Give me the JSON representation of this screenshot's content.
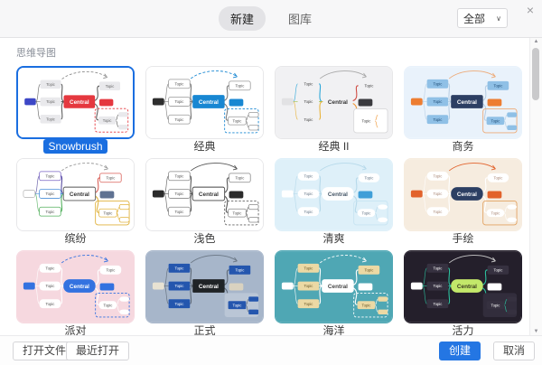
{
  "window": {
    "close_glyph": "×"
  },
  "header": {
    "tabs": [
      {
        "label": "新建",
        "active": true
      },
      {
        "label": "图库",
        "active": false
      }
    ],
    "filter": {
      "value": "全部",
      "chevron_glyph": "∨"
    }
  },
  "section": {
    "title": "思维导图"
  },
  "thumb_labels": {
    "central": "Central",
    "topic": "Topic"
  },
  "selection": {
    "accent": "#1a6ee0"
  },
  "scrollbar": {
    "up_glyph": "▲",
    "down_glyph": "▼"
  },
  "footer": {
    "open_file": "打开文件",
    "recent": "最近打开",
    "create": "创建",
    "cancel": "取消"
  },
  "templates": [
    {
      "name": "Snowbrush",
      "selected": true,
      "style": {
        "bg": "#ffffff",
        "tile_border": "#ffffff",
        "central_bg": "#e5383f",
        "central_color": "#ffffff",
        "central_rx": 2,
        "topic_bg": "#e9e9ec",
        "topic_color": "#666666",
        "topic_rx": 2,
        "branch": "#5a5a5a",
        "accent_left": "#3d47c6",
        "accent_right": "#e5383f",
        "group_border": "#e5383f",
        "group_dash": true,
        "group_bg": "none",
        "arc": "#8a8a8a",
        "arc_dash": true
      }
    },
    {
      "name": "经典",
      "selected": false,
      "style": {
        "bg": "#ffffff",
        "tile_border": "#e7e7e9",
        "central_bg": "#1887d2",
        "central_color": "#ffffff",
        "central_rx": 2,
        "topic_bg": "#ffffff",
        "topic_color": "#555555",
        "topic_border": "#9a9a9a",
        "topic_rx": 2,
        "branch": "#7a7a7a",
        "accent_left": "#2e2e2e",
        "accent_right": "#1887d2",
        "group_border": "#1887d2",
        "group_dash": true,
        "group_bg": "none",
        "arc": "#1887d2",
        "arc_dash": true
      }
    },
    {
      "name": "经典 II",
      "selected": false,
      "style": {
        "bg": "#f1f1f3",
        "tile_border": "#e7e7e9",
        "central_bg": "none",
        "central_color": "#333333",
        "central_rx": 2,
        "topic_bg": "none",
        "topic_color": "#444444",
        "topic_rx": 2,
        "branches": [
          "#2aa6d8",
          "#9fc24c",
          "#e8b33a",
          "#cf4a41",
          "#ef9a3c"
        ],
        "branch": "#999999",
        "accent_left": "#e2e2e4",
        "accent_right": "#3b3b3f",
        "group_border": "#d8d8da",
        "group_dash": false,
        "group_bg": "#ffffff",
        "arc": "#a8a8a8",
        "arc_dash": false
      }
    },
    {
      "name": "商务",
      "selected": false,
      "style": {
        "bg": "#e9f2fb",
        "tile_border": "#e9f2fb",
        "central_bg": "#2c3f63",
        "central_color": "#ffffff",
        "central_rx": 2,
        "topic_bg": "#8fc0e6",
        "topic_color": "#1d4a74",
        "topic_rx": 2,
        "branch": "#b9cfe4",
        "accent_left": "#ed7d31",
        "accent_right": "#ed7d31",
        "group_border": "#edaa77",
        "group_dash": false,
        "group_bg": "none",
        "arc": "#edaa77",
        "arc_dash": false
      }
    },
    {
      "name": "缤纷",
      "selected": false,
      "style": {
        "bg": "#ffffff",
        "tile_border": "#e7e7e9",
        "central_bg": "#ffffff",
        "central_color": "#333333",
        "central_border": "#555555",
        "central_rx": 2,
        "topic_bg": "#ffffff",
        "topic_color": "#555555",
        "topic_borders": [
          "#7a66c4",
          "#4a8fd8",
          "#53b05e",
          "#d95f57",
          "#e0b23c"
        ],
        "topic_rx": 2,
        "branches": [
          "#554a9e",
          "#4a8fd8",
          "#53b05e",
          "#d95f57",
          "#e0b23c"
        ],
        "branch": "#999999",
        "accent_left": "#ffffff",
        "accent_left_border": "#bbbbbb",
        "accent_right": "#5f7292",
        "group_border": "#e0b23c",
        "group_dash": false,
        "group_bg": "none",
        "arc": "#999999",
        "arc_dash": true
      }
    },
    {
      "name": "浅色",
      "selected": false,
      "style": {
        "bg": "#ffffff",
        "tile_border": "#e7e7e9",
        "central_bg": "#ffffff",
        "central_color": "#333333",
        "central_border": "#444444",
        "central_rx": 2,
        "topic_bg": "#ffffff",
        "topic_color": "#555555",
        "topic_border": "#888888",
        "topic_rx": 2,
        "branch": "#555555",
        "accent_left": "#2b2b2b",
        "accent_right": "#2b2b2b",
        "group_border": "#666666",
        "group_dash": true,
        "group_bg": "none",
        "arc": "#555555",
        "arc_dash": false
      }
    },
    {
      "name": "清爽",
      "selected": false,
      "style": {
        "bg": "#def0f9",
        "tile_border": "#def0f9",
        "central_bg": "#ffffff",
        "central_color": "#445566",
        "central_rx": 7,
        "topic_bg": "#ffffff",
        "topic_color": "#667788",
        "topic_rx": 5,
        "branch": "#b6d9ea",
        "accent_left": "#ffffff",
        "accent_right": "#3f9fd8",
        "group_border": "#c7e4f2",
        "group_dash": false,
        "group_bg": "none",
        "arc": "#b6d9ea",
        "arc_dash": false
      }
    },
    {
      "name": "手绘",
      "selected": false,
      "style": {
        "bg": "#f6ecdf",
        "tile_border": "#f6ecdf",
        "central_bg": "#2c3f63",
        "central_color": "#ffffff",
        "central_rx": 7,
        "topic_bg": "#ffffff",
        "topic_color": "#aa8877",
        "topic_rx": 5,
        "branch": "#ffffff",
        "accent_left": "#e2622b",
        "accent_right": "#e2622b",
        "group_border": "#e2a261",
        "group_dash": false,
        "group_bg": "none",
        "arc": "#e2622b",
        "arc_dash": false
      }
    },
    {
      "name": "派对",
      "selected": false,
      "style": {
        "bg": "#f6d8df",
        "tile_border": "#f6d8df",
        "central_bg": "#3372e0",
        "central_color": "#ffffff",
        "central_rx": 7,
        "topic_bg": "#ffffff",
        "topic_color": "#555555",
        "topic_rx": 4,
        "branch": "#ffffff",
        "accent_left": "#3372e0",
        "accent_right": "#3372e0",
        "group_border": "#3372e0",
        "group_dash": true,
        "group_bg": "none",
        "arc": "#3372e0",
        "arc_dash": true
      }
    },
    {
      "name": "正式",
      "selected": false,
      "style": {
        "bg": "#a7b6ca",
        "tile_border": "#a7b6ca",
        "central_bg": "#1f2326",
        "central_color": "#ffffff",
        "central_rx": 1,
        "topic_bg": "#2456ae",
        "topic_color": "#ffffff",
        "topic_rx": 1,
        "branch": "#5d6876",
        "accent_left": "#e8e2d2",
        "accent_right": "#d9d2c0",
        "group_border": "none",
        "group_dash": false,
        "group_bg": "#bac6d6",
        "arc": "#6a7684",
        "arc_dash": false
      }
    },
    {
      "name": "海洋",
      "selected": false,
      "style": {
        "bg": "#4fa7b4",
        "tile_border": "#4fa7b4",
        "central_bg": "#ffffff",
        "central_color": "#444444",
        "central_rx": 3,
        "topic_bg": "#ecd9a4",
        "topic_color": "#6b5a2a",
        "topic_rx": 2,
        "branch": "#ffffff",
        "accent_left": "#ffffff",
        "accent_right": "#ffffff",
        "group_border": "#ffffff",
        "group_dash": true,
        "group_bg": "none",
        "arc": "#ffffff",
        "arc_dash": true
      }
    },
    {
      "name": "活力",
      "selected": false,
      "style": {
        "bg": "#241f2b",
        "tile_border": "#241f2b",
        "central_bg": "#c3e86a",
        "central_color": "#3a3a1e",
        "central_rx": 7,
        "topic_bg": "#363140",
        "topic_color": "#ffffff",
        "topic_rx": 2,
        "branch": "#2dc3a0",
        "accent_left": "#ffffff",
        "accent_right": "#ffffff",
        "group_border": "none",
        "group_dash": false,
        "group_bg": "#322d3c",
        "arc": "#cccccc",
        "arc_dash": false
      }
    }
  ]
}
